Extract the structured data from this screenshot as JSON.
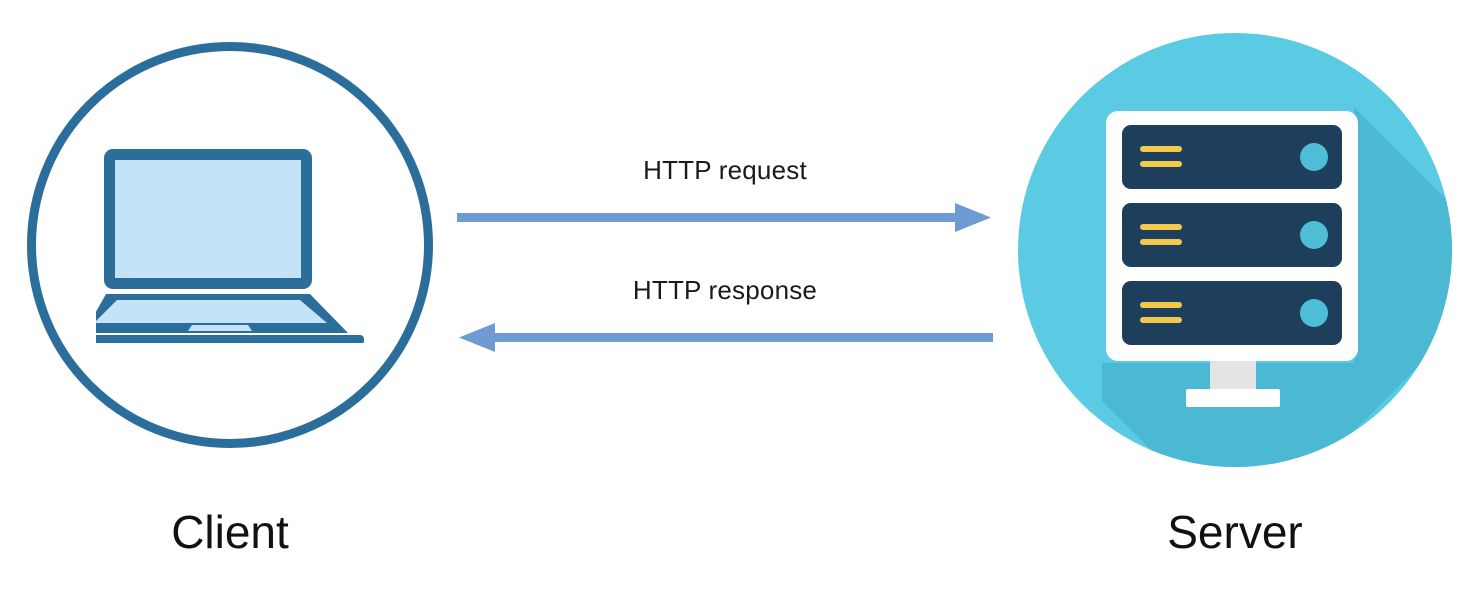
{
  "diagram": {
    "type": "client-server-http-sequence",
    "background_color": "#FFFFFF",
    "nodes": [
      {
        "id": "client",
        "caption": "Client",
        "icon": "laptop-icon",
        "shape": "circle-outline",
        "outline_color": "#2B6D9B",
        "fill_color": "#FFFFFF"
      },
      {
        "id": "server",
        "caption": "Server",
        "icon": "server-rack-icon",
        "shape": "circle-filled",
        "fill_color": "#5BCBE3",
        "shadow_color": "#4BB9D4"
      }
    ],
    "arrows": [
      {
        "id": "request",
        "label": "HTTP request",
        "direction": "right",
        "from": "client",
        "to": "server",
        "color": "#6E9BD1"
      },
      {
        "id": "response",
        "label": "HTTP response",
        "direction": "left",
        "from": "server",
        "to": "client",
        "color": "#6E9BD1"
      }
    ]
  },
  "client": {
    "caption": "Client",
    "icon_name": "laptop-icon",
    "colors": {
      "outline": "#2B6D9B",
      "screen_fill": "#C5E3F6",
      "body": "#2B6D9B"
    }
  },
  "server": {
    "caption": "Server",
    "icon_name": "server-rack-icon",
    "unit_count": 3,
    "colors": {
      "circle": "#5BCBE3",
      "shadow": "#4BB9D4",
      "frame": "#FFFFFF",
      "unit": "#1E3F5C",
      "indicator": "#4FBDD6",
      "stripe": "#F2C94C",
      "stand": "#E4E4E4"
    }
  },
  "arrows": {
    "request": {
      "label": "HTTP request",
      "color": "#6E9BD1"
    },
    "response": {
      "label": "HTTP response",
      "color": "#6E9BD1"
    }
  }
}
